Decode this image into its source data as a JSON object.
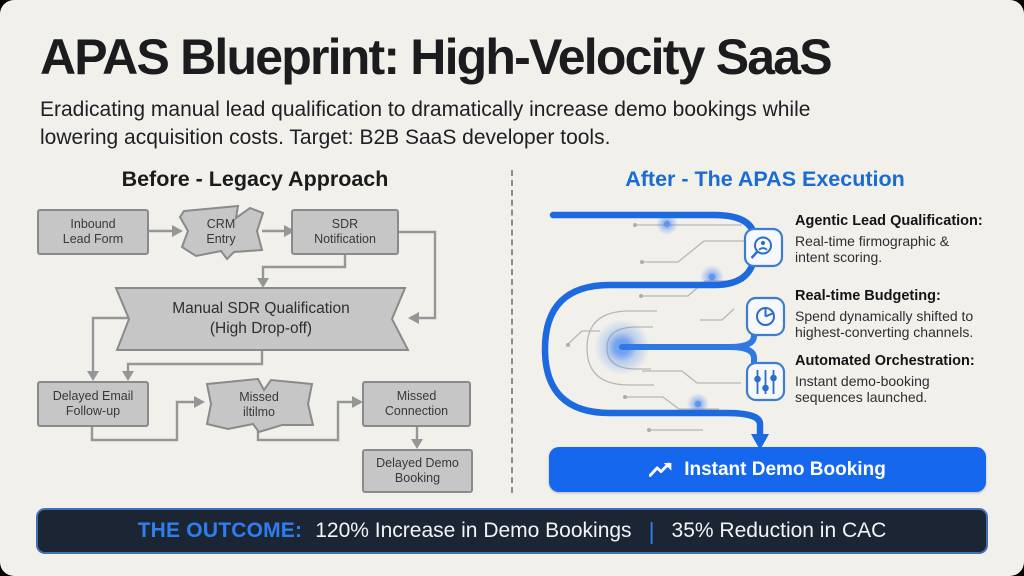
{
  "header": {
    "title": "APAS Blueprint: High-Velocity SaaS",
    "subtitle": "Eradicating manual lead qualification to dramatically increase demo bookings while\nlowering acquisition costs. Target: B2B SaaS developer tools."
  },
  "before": {
    "heading": "Before - Legacy Approach",
    "nodes": [
      {
        "label": "Inbound\nLead Form"
      },
      {
        "label": "CRM\nEntry"
      },
      {
        "label": "SDR\nNotification"
      },
      {
        "label": "Manual SDR Qualification\n(High Drop-off)"
      },
      {
        "label": "Delayed Email\nFollow-up"
      },
      {
        "label": "Missed\niltilmo"
      },
      {
        "label": "Missed\nConnection"
      },
      {
        "label": "Delayed Demo\nBooking"
      }
    ]
  },
  "after": {
    "heading": "After - The APAS Execution",
    "steps": [
      {
        "icon": "user-search-icon",
        "title": "Agentic Lead Qualification:",
        "desc": "Real-time firmographic &\nintent scoring."
      },
      {
        "icon": "pie-chart-icon",
        "title": "Real-time Budgeting:",
        "desc": "Spend dynamically shifted to\nhighest-converting channels."
      },
      {
        "icon": "sliders-icon",
        "title": "Automated Orchestration:",
        "desc": "Instant demo-booking\nsequences launched."
      }
    ],
    "cta": {
      "label": "Instant Demo Booking",
      "icon": "trending-up-icon"
    }
  },
  "outcome": {
    "prefix": "THE OUTCOME:",
    "metric1": "120% Increase in Demo Bookings",
    "divider": "|",
    "metric2": "35% Reduction in CAC"
  },
  "colors": {
    "background": "#f1f0eb",
    "accent_blue": "#1c6ade",
    "heading_blue": "#1a6cd1",
    "button_blue": "#1568ee",
    "outcome_bg": "#1c2533",
    "outcome_accent": "#2e7ef0",
    "node_gray": "#c6c6c6",
    "node_border": "#8a8a8a",
    "connector_gray": "#969696"
  }
}
